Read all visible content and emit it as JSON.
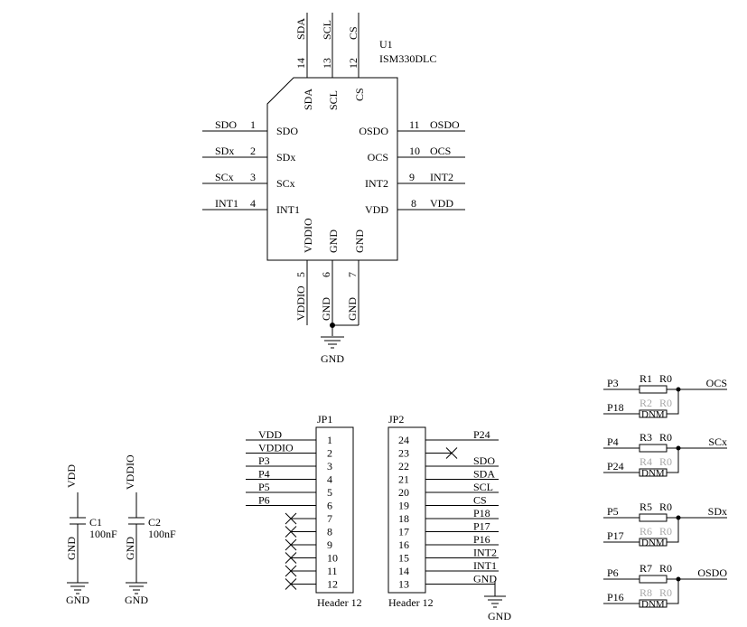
{
  "u1": {
    "ref": "U1",
    "part": "ISM330DLC",
    "top_pins": [
      {
        "num": "14",
        "name": "SDA",
        "net": "SDA"
      },
      {
        "num": "13",
        "name": "SCL",
        "net": "SCL"
      },
      {
        "num": "12",
        "name": "CS",
        "net": "CS"
      }
    ],
    "left_pins": [
      {
        "num": "1",
        "name": "SDO",
        "net": "SDO"
      },
      {
        "num": "2",
        "name": "SDx",
        "net": "SDx"
      },
      {
        "num": "3",
        "name": "SCx",
        "net": "SCx"
      },
      {
        "num": "4",
        "name": "INT1",
        "net": "INT1"
      }
    ],
    "right_pins": [
      {
        "num": "11",
        "name": "OSDO",
        "net": "OSDO"
      },
      {
        "num": "10",
        "name": "OCS",
        "net": "OCS"
      },
      {
        "num": "9",
        "name": "INT2",
        "net": "INT2"
      },
      {
        "num": "8",
        "name": "VDD",
        "net": "VDD"
      }
    ],
    "bottom_pins": [
      {
        "num": "5",
        "name": "VDDIO",
        "net": "VDDIO"
      },
      {
        "num": "6",
        "name": "GND",
        "net": "GND"
      },
      {
        "num": "7",
        "name": "GND",
        "net": "GND"
      }
    ],
    "gnd_label": "GND"
  },
  "caps": [
    {
      "ref": "C1",
      "value": "100nF",
      "top_net": "VDD",
      "bottom_net": "GND",
      "gnd_label": "GND"
    },
    {
      "ref": "C2",
      "value": "100nF",
      "top_net": "VDDIO",
      "bottom_net": "GND",
      "gnd_label": "GND"
    }
  ],
  "jp1": {
    "ref": "JP1",
    "footer": "Header 12",
    "pins": [
      {
        "num": "1",
        "net": "VDD"
      },
      {
        "num": "2",
        "net": "VDDIO"
      },
      {
        "num": "3",
        "net": "P3"
      },
      {
        "num": "4",
        "net": "P4"
      },
      {
        "num": "5",
        "net": "P5"
      },
      {
        "num": "6",
        "net": "P6"
      },
      {
        "num": "7",
        "net": ""
      },
      {
        "num": "8",
        "net": ""
      },
      {
        "num": "9",
        "net": ""
      },
      {
        "num": "10",
        "net": ""
      },
      {
        "num": "11",
        "net": ""
      },
      {
        "num": "12",
        "net": ""
      }
    ]
  },
  "jp2": {
    "ref": "JP2",
    "footer": "Header 12",
    "pins": [
      {
        "num": "24",
        "net": "P24"
      },
      {
        "num": "23",
        "net": ""
      },
      {
        "num": "22",
        "net": "SDO"
      },
      {
        "num": "21",
        "net": "SDA"
      },
      {
        "num": "20",
        "net": "SCL"
      },
      {
        "num": "19",
        "net": "CS"
      },
      {
        "num": "18",
        "net": "P18"
      },
      {
        "num": "17",
        "net": "P17"
      },
      {
        "num": "16",
        "net": "P16"
      },
      {
        "num": "15",
        "net": "INT2"
      },
      {
        "num": "14",
        "net": "INT1"
      },
      {
        "num": "13",
        "net": "GND"
      }
    ],
    "gnd_label": "GND"
  },
  "resistors": [
    {
      "top_net": "P3",
      "top_ref": "R1",
      "top_val": "R0",
      "bot_net": "P18",
      "bot_ref": "R2",
      "bot_val": "R0",
      "dnm": "DNM",
      "out_net": "OCS"
    },
    {
      "top_net": "P4",
      "top_ref": "R3",
      "top_val": "R0",
      "bot_net": "P24",
      "bot_ref": "R4",
      "bot_val": "R0",
      "dnm": "DNM",
      "out_net": "SCx"
    },
    {
      "top_net": "P5",
      "top_ref": "R5",
      "top_val": "R0",
      "bot_net": "P17",
      "bot_ref": "R6",
      "bot_val": "R0",
      "dnm": "DNM",
      "out_net": "SDx"
    },
    {
      "top_net": "P6",
      "top_ref": "R7",
      "top_val": "R0",
      "bot_net": "P16",
      "bot_ref": "R8",
      "bot_val": "R0",
      "dnm": "DNM",
      "out_net": "OSDO"
    }
  ]
}
